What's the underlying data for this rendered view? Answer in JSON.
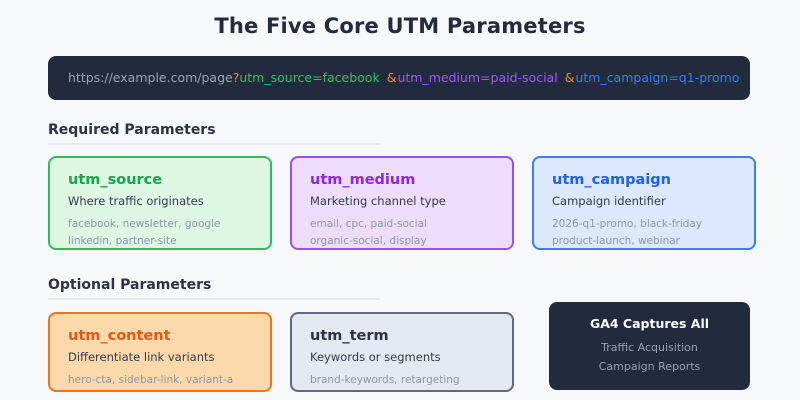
{
  "page": {
    "title": "The Five Core UTM Parameters"
  },
  "url_bar": {
    "base": "https://example.com/page",
    "question_mark": "?",
    "source_param": "utm_source=facebook",
    "amp_1": "&",
    "medium_param": "utm_medium=paid-social",
    "amp_2": "&",
    "campaign_param": "utm_campaign=q1-promo",
    "colors": {
      "background": "#222b3d",
      "base": "#9aa3b5",
      "separator": "#f08c32",
      "source": "#2fc06a",
      "medium": "#9b5cf6",
      "campaign": "#3b7ef0"
    }
  },
  "sections": [
    {
      "heading": "Required Parameters",
      "cards": [
        {
          "name": "utm_source",
          "description": "Where traffic originates",
          "examples_line1": "facebook, newsletter, google",
          "examples_line2": "linkedin, partner-site",
          "accent": "#2ebd5e",
          "background": "#ddf7e3"
        },
        {
          "name": "utm_medium",
          "description": "Marketing channel type",
          "examples_line1": "email, cpc, paid-social",
          "examples_line2": "organic-social, display",
          "accent": "#9a4ef0",
          "background": "#eddcfb"
        },
        {
          "name": "utm_campaign",
          "description": "Campaign identifier",
          "examples_line1": "2026-q1-promo, black-friday",
          "examples_line2": "product-launch, webinar",
          "accent": "#3b7ef0",
          "background": "#dbe8fe"
        }
      ]
    },
    {
      "heading": "Optional Parameters",
      "cards": [
        {
          "name": "utm_content",
          "description": "Differentiate link variants",
          "examples_line1": "hero-cta, sidebar-link, variant-a",
          "examples_line2": "",
          "accent": "#ef7615",
          "background": "#fcd9aa"
        },
        {
          "name": "utm_term",
          "description": "Keywords or segments",
          "examples_line1": "brand-keywords, retargeting",
          "examples_line2": "",
          "accent": "#5c6a84",
          "background": "#e4e8ef"
        }
      ]
    }
  ],
  "ga4_panel": {
    "title": "GA4 Captures All",
    "line1": "Traffic Acquisition",
    "line2": "Campaign Reports",
    "background": "#222b3d"
  }
}
